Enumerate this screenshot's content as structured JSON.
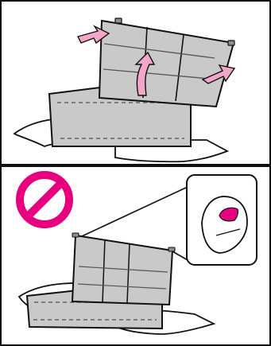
{
  "illustration": {
    "panels": [
      {
        "id": "top",
        "content": "rear-seat-fold-up-procedure"
      },
      {
        "id": "bottom",
        "content": "prohibited-action-warning"
      }
    ],
    "icons": {
      "prohibition": "no-entry-symbol",
      "arrows": [
        "up-arrow-left",
        "up-arrow-center",
        "up-arrow-right"
      ],
      "detail_callout": "seat-latch-detail"
    },
    "colors": {
      "outline": "#111111",
      "seat_gray": "#c9c9c9",
      "seat_dark": "#8f8f8f",
      "highlight_pink": "#e6007e",
      "arrow_pink": "#f2a6c9"
    }
  }
}
